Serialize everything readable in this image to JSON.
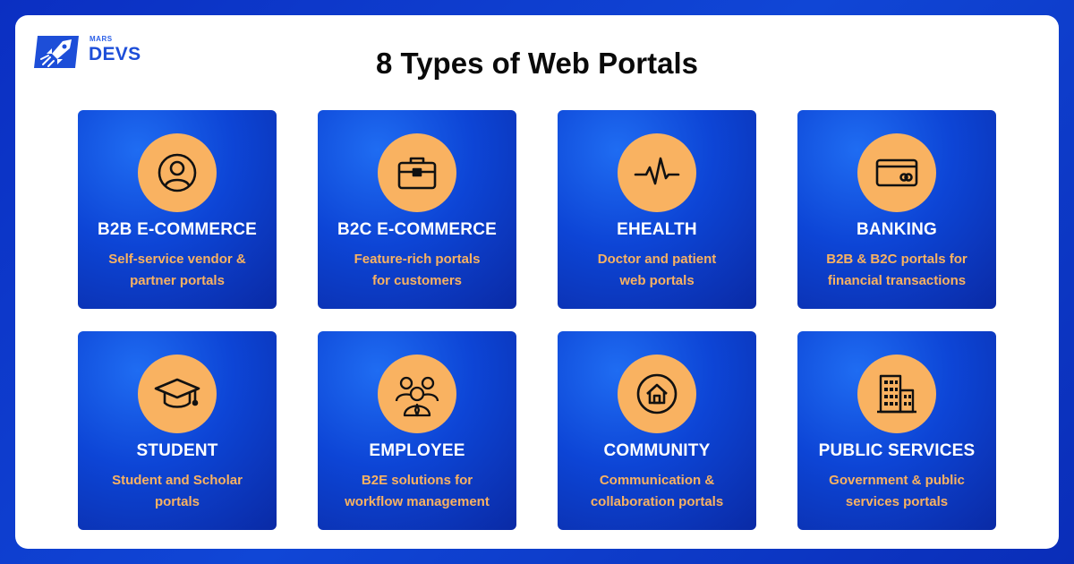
{
  "brand": {
    "small": "MARS",
    "big": "DEVS"
  },
  "title": "8 Types of Web Portals",
  "cards": [
    {
      "title": "B2B E-COMMERCE",
      "desc1": "Self-service vendor &",
      "desc2": "partner portals",
      "icon": "user-icon"
    },
    {
      "title": "B2C E-COMMERCE",
      "desc1": "Feature-rich portals",
      "desc2": "for customers",
      "icon": "briefcase-icon"
    },
    {
      "title": "EHEALTH",
      "desc1": "Doctor and patient",
      "desc2": "web portals",
      "icon": "heartbeat-icon"
    },
    {
      "title": "BANKING",
      "desc1": "B2B & B2C portals for",
      "desc2": "financial transactions",
      "icon": "credit-card-icon"
    },
    {
      "title": "STUDENT",
      "desc1": "Student and Scholar",
      "desc2": "portals",
      "icon": "graduation-cap-icon"
    },
    {
      "title": "EMPLOYEE",
      "desc1": "B2E solutions for",
      "desc2": "workflow management",
      "icon": "team-icon"
    },
    {
      "title": "COMMUNITY",
      "desc1": "Communication &",
      "desc2": "collaboration portals",
      "icon": "home-icon"
    },
    {
      "title": "PUBLIC SERVICES",
      "desc1": "Government & public",
      "desc2": "services portals",
      "icon": "buildings-icon"
    }
  ],
  "colors": {
    "background": "#0b2fc2",
    "card": "#0d45d6",
    "accent": "#f9b261",
    "title": "#0a0a0a"
  }
}
